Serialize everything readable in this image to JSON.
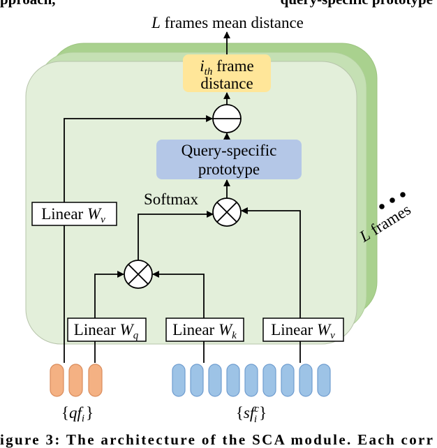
{
  "header_fragment": {
    "left": "pproach,",
    "right": "query-specific prototype"
  },
  "output": {
    "var": "L",
    "label": "frames mean distance"
  },
  "frame_distance": {
    "var": "i",
    "sub": "th",
    "line1": "frame",
    "line2": "distance"
  },
  "prototype": {
    "line1": "Query-specific",
    "line2": "prototype"
  },
  "softmax_label": "Softmax",
  "linear_v_left": {
    "label": "Linear",
    "var": "W",
    "sub": "v"
  },
  "linear_q": {
    "label": "Linear",
    "var": "W",
    "sub": "q"
  },
  "linear_k": {
    "label": "Linear",
    "var": "W",
    "sub": "k"
  },
  "linear_v_right": {
    "label": "Linear",
    "var": "W",
    "sub": "v"
  },
  "frames_stack": {
    "var": "L",
    "label": "frames"
  },
  "query_features": {
    "open": "{",
    "var": "qf",
    "sub": "i",
    "close": "}"
  },
  "support_features": {
    "open": "{",
    "var": "sf",
    "sup": "c",
    "sub": "i",
    "close": "}"
  },
  "caption": "igure 3: The architecture of the SCA module. Each corr",
  "colors": {
    "panel_back": "#a9d18e",
    "panel_middle": "#c5e0b4",
    "panel_front": "#e3efda",
    "distance_box": "#ffe699",
    "prototype_box": "#b4c7e7",
    "query_token": "#f4b183",
    "support_token": "#9dc3e6"
  }
}
